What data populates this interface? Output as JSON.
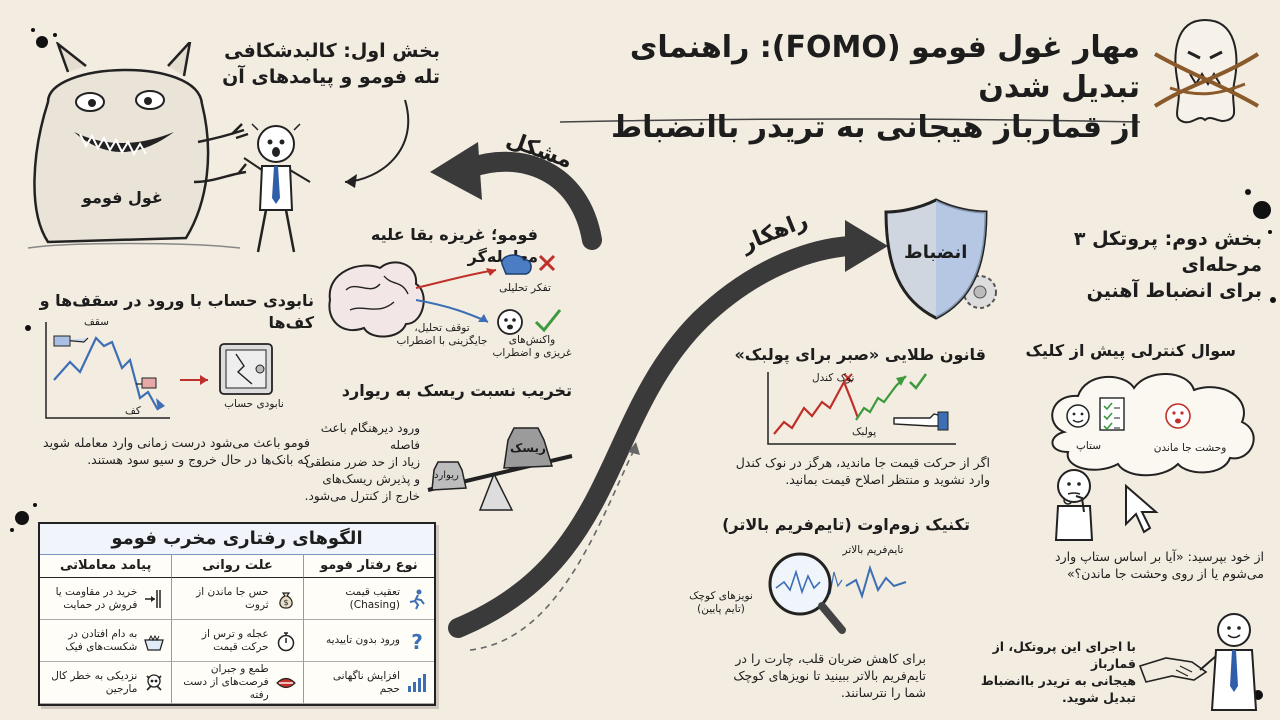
{
  "header": {
    "title_line1": "مهار غول فومو (FOMO): راهنمای تبدیل شدن",
    "title_line2": "از قمارباز هیجانی به تریدر باانضباط"
  },
  "part1": {
    "title_line1": "بخش اول: کالبدشکافی",
    "title_line2": "تله فومو و پیامدهای آن",
    "monster_label": "غول فومو"
  },
  "arrows": {
    "problem": "مشکل",
    "solution": "راهکار"
  },
  "instinct": {
    "title": "فومو؛ غریزه بقا علیه معامله‌گر",
    "analytic": "تفکر تحلیلی",
    "stop_line1": "توقف تحلیل،",
    "stop_line2": "جایگزینی با اضطراب",
    "reaction_line1": "واکنش‌های",
    "reaction_line2": "غریزی و اضطراب"
  },
  "ceilings": {
    "title": "نابودی حساب با ورود در سقف‌ها و کف‌ها",
    "top": "سقف",
    "bottom": "کف",
    "ruin": "نابودی حساب",
    "desc_line1": "فومو باعث می‌شود درست زمانی وارد معامله شوید",
    "desc_line2": "که بانک‌ها در حال خروج و سیو سود هستند."
  },
  "rr": {
    "title": "تخریب نسبت ریسک به ریوارد",
    "risk": "ریسک",
    "reward": "ریوارد",
    "desc": [
      "ورود دیرهنگام باعث فاصله",
      "زیاد از حد ضرر منطقی",
      "و پذیرش ریسک‌های",
      "خارج از کنترل می‌شود."
    ]
  },
  "table": {
    "title": "الگوهای رفتاری مخرب فومو",
    "headers": [
      "نوع رفتار فومو",
      "علت روانی",
      "پیامد معاملاتی"
    ],
    "rows": [
      [
        "تعقیب قیمت (Chasing)",
        "حس جا ماندن از ثروت",
        "خرید در مقاومت یا فروش در حمایت"
      ],
      [
        "ورود بدون تاییدیه",
        "عجله و ترس از حرکت قیمت",
        "به دام افتادن در شکست‌های فیک"
      ],
      [
        "افزایش ناگهانی حجم",
        "طمع و جبران فرصت‌های از دست رفته",
        "نزدیکی به خطر کال مارجین"
      ]
    ]
  },
  "part2": {
    "title_line1": "بخش دوم: پروتکل ۳ مرحله‌ای",
    "title_line2": "برای انضباط آهنین",
    "shield": "انضباط"
  },
  "golden": {
    "title": "قانون طلایی «صبر برای پولبک»",
    "peak": "نوک کندل",
    "pullback": "پولبک",
    "desc_line1": "اگر از حرکت قیمت جا ماندید، هرگز در نوک کندل",
    "desc_line2": "وارد نشوید و منتظر اصلاح قیمت بمانید."
  },
  "zoom": {
    "title": "تکنیک زوم‌اوت (تایم‌فریم بالاتر)",
    "higher": "تایم‌فریم بالاتر",
    "noise_line1": "نویزهای کوچک",
    "noise_line2": "(تایم پایین)",
    "desc": [
      "برای کاهش ضربان قلب، چارت را در",
      "تایم‌فریم بالاتر ببینید تا نویزهای کوچک",
      "شما را نترسانند."
    ]
  },
  "question": {
    "title": "سوال کنترلی پیش از کلیک",
    "setup": "ستاپ",
    "fear": "وحشت جا ماندن",
    "desc_line1": "از خود بپرسید: «آیا بر اساس ستاپ وارد",
    "desc_line2": "می‌شوم یا از روی وحشت جا ماندن؟»"
  },
  "closing": {
    "lines": [
      "با اجرای این پروتکل، از قمارباز",
      "هیجانی به تریدر باانضباط",
      "تبدیل شوید."
    ]
  },
  "colors": {
    "paper": "#f3ece0",
    "ink": "#1d1d1d",
    "blue": "#3d6fb5",
    "red": "#c0302a",
    "green": "#3c9a3c"
  }
}
